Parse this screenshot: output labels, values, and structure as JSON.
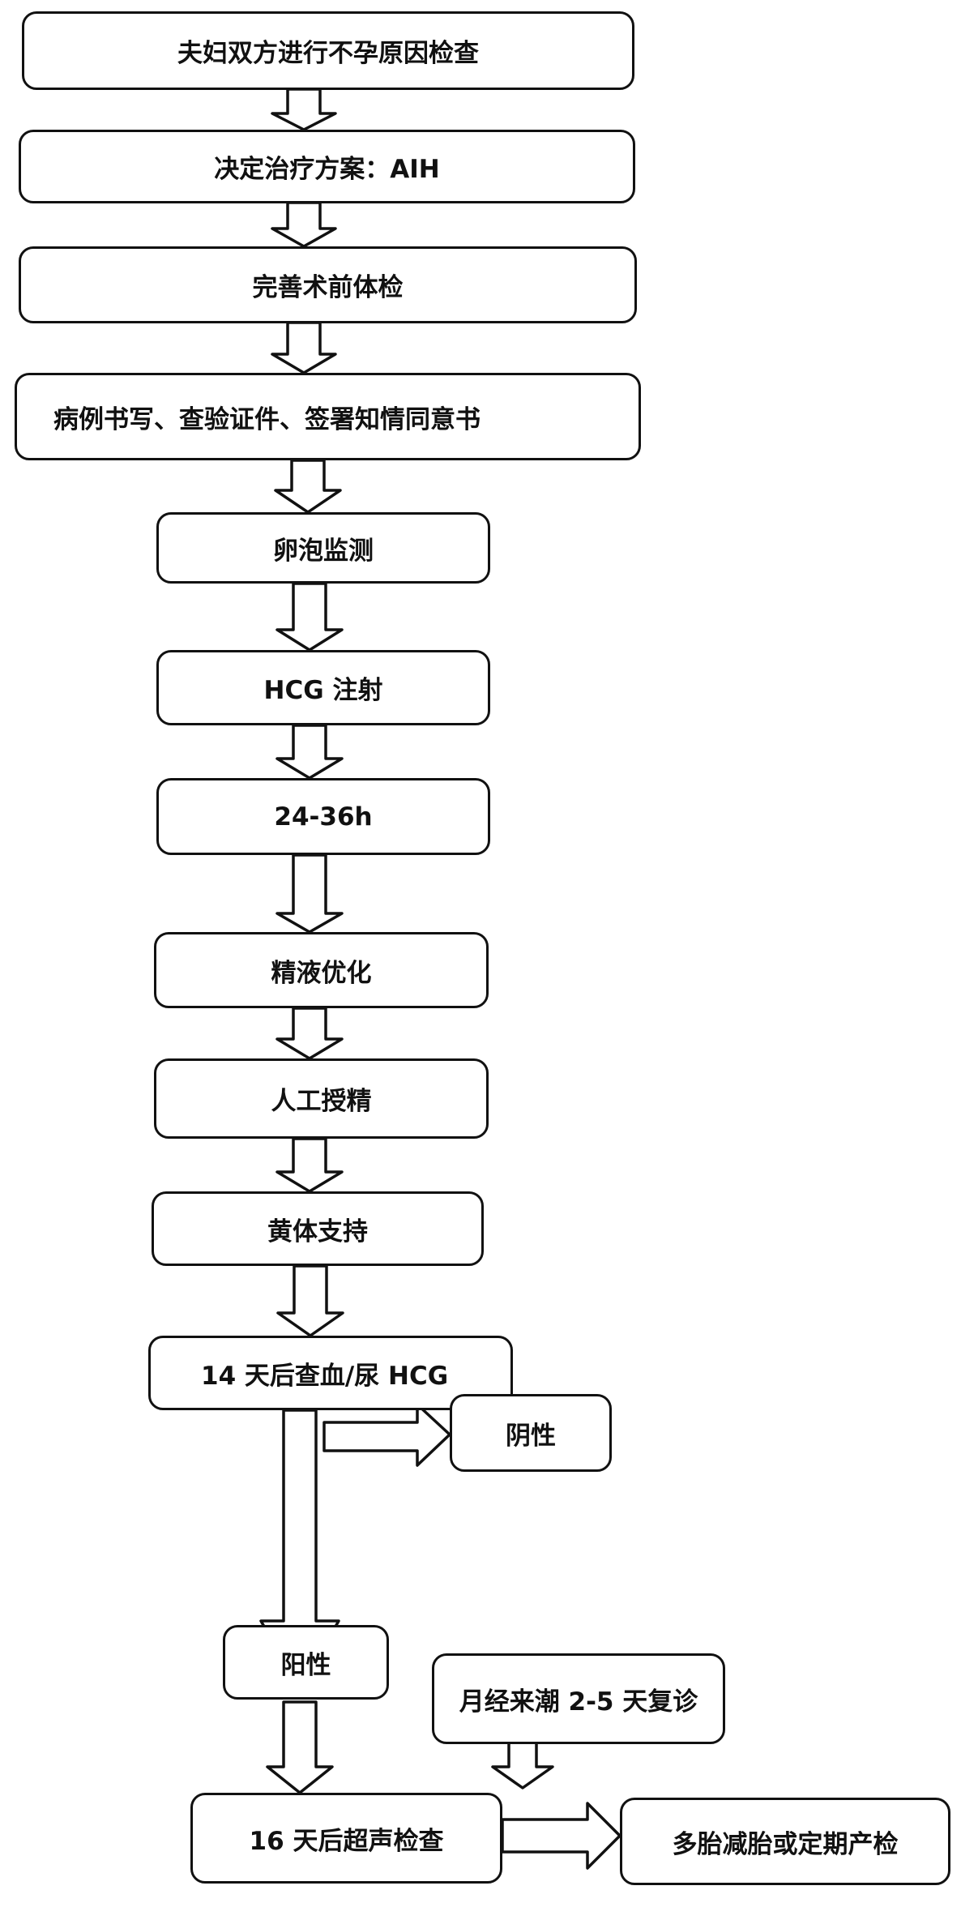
{
  "steps": [
    {
      "text": "夫妇双方进行不孕原因检查"
    },
    {
      "text": "决定治疗方案：AIH"
    },
    {
      "text": "完善术前体检"
    },
    {
      "text": "病例书写、查验证件、签署知情同意书"
    },
    {
      "text": "卵泡监测"
    },
    {
      "text": "HCG 注射"
    },
    {
      "text": "24-36h"
    },
    {
      "text": "精液优化"
    },
    {
      "text": "人工授精"
    },
    {
      "text": "黄体支持"
    },
    {
      "text": "14 天后查血/尿 HCG"
    }
  ],
  "branches": {
    "negative": "阴性",
    "negative_next": "月经来潮 2-5 天复诊",
    "positive": "阳性",
    "positive_next": "16 天后超声检查",
    "final": "多胎减胎或定期产检"
  }
}
